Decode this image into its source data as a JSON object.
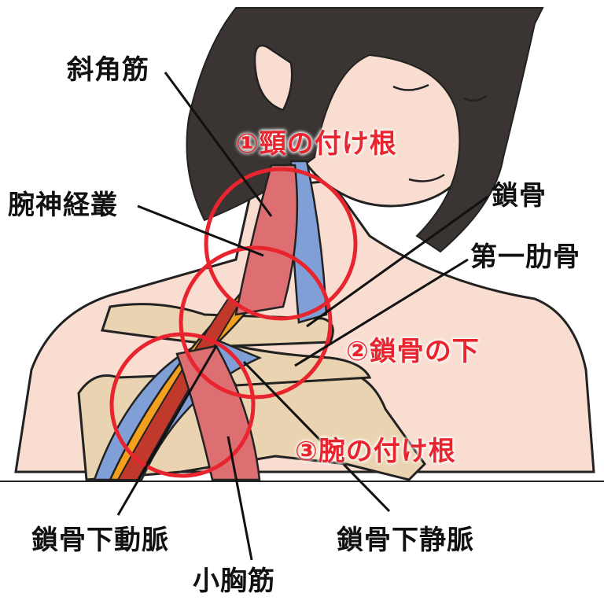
{
  "labels": {
    "scalene": "斜角筋",
    "brachial_plexus": "腕神経叢",
    "clavicle": "鎖骨",
    "first_rib": "第一肋骨",
    "subclavian_artery": "鎖骨下動脈",
    "subclavian_vein": "鎖骨下静脈",
    "pectoralis_minor": "小胸筋"
  },
  "zones": {
    "zone1": "①頸の付け根",
    "zone2": "②鎖骨の下",
    "zone3": "③腕の付け根"
  },
  "colors": {
    "skin": "#f8ddd0",
    "hair": "#3a3432",
    "bone": "#ead3b0",
    "muscle": "#dd6f72",
    "vein": "#7f9fd6",
    "nerve": "#f2a01e",
    "artery": "#c0392b",
    "circle": "#e8252f"
  }
}
